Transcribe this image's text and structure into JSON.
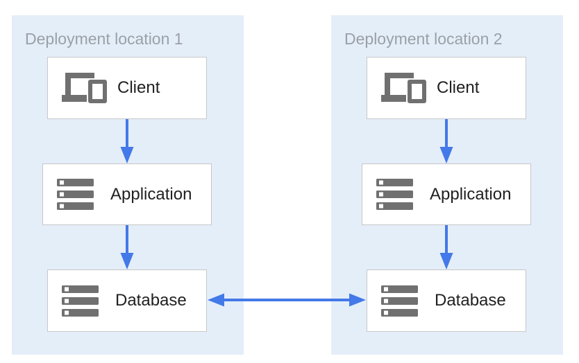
{
  "diagram": {
    "locations": [
      {
        "label": "Deployment location 1",
        "nodes": [
          {
            "name": "client",
            "label": "Client",
            "icon": "devices-icon"
          },
          {
            "name": "application",
            "label": "Application",
            "icon": "server-stack-icon"
          },
          {
            "name": "database",
            "label": "Database",
            "icon": "server-stack-icon"
          }
        ]
      },
      {
        "label": "Deployment location 2",
        "nodes": [
          {
            "name": "client",
            "label": "Client",
            "icon": "devices-icon"
          },
          {
            "name": "application",
            "label": "Application",
            "icon": "server-stack-icon"
          },
          {
            "name": "database",
            "label": "Database",
            "icon": "server-stack-icon"
          }
        ]
      }
    ],
    "connections": [
      {
        "location": "Deployment location 1",
        "from": "Client",
        "to": "Application",
        "direction": "down"
      },
      {
        "location": "Deployment location 1",
        "from": "Application",
        "to": "Database",
        "direction": "down"
      },
      {
        "location": "Deployment location 2",
        "from": "Client",
        "to": "Application",
        "direction": "down"
      },
      {
        "location": "Deployment location 2",
        "from": "Application",
        "to": "Database",
        "direction": "down"
      },
      {
        "from": "Database (Deployment location 1)",
        "to": "Database (Deployment location 2)",
        "direction": "bidirectional"
      }
    ],
    "colors": {
      "panel_bg": "#E4EEF9",
      "node_bg": "#FFFFFF",
      "node_border": "#C7C7C7",
      "node_text": "#212121",
      "location_label": "#9AA0A6",
      "icon": "#707070",
      "arrow": "#4379E8"
    }
  }
}
